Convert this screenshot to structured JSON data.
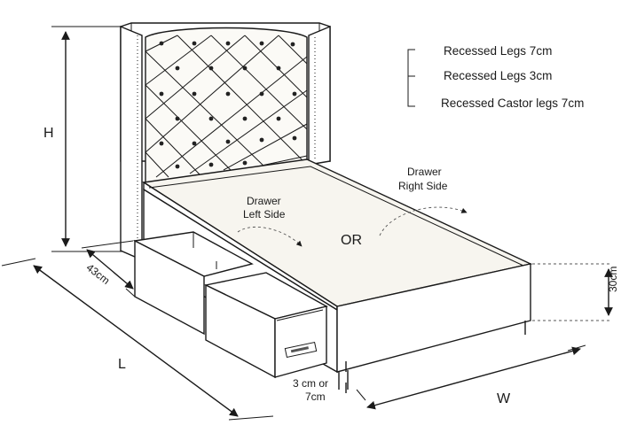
{
  "legend": {
    "items": [
      "Recessed Legs 7cm",
      "Recessed Legs 3cm",
      "Recessed Castor legs 7cm"
    ]
  },
  "labels": {
    "height": "H",
    "length": "L",
    "width": "W",
    "drawer_depth": "43cm",
    "base_height": "30cm",
    "leg_height_line1": "3 cm or",
    "leg_height_line2": "7cm",
    "drawer_left_line1": "Drawer",
    "drawer_left_line2": "Left Side",
    "drawer_right_line1": "Drawer",
    "drawer_right_line2": "Right Side",
    "or": "OR"
  }
}
